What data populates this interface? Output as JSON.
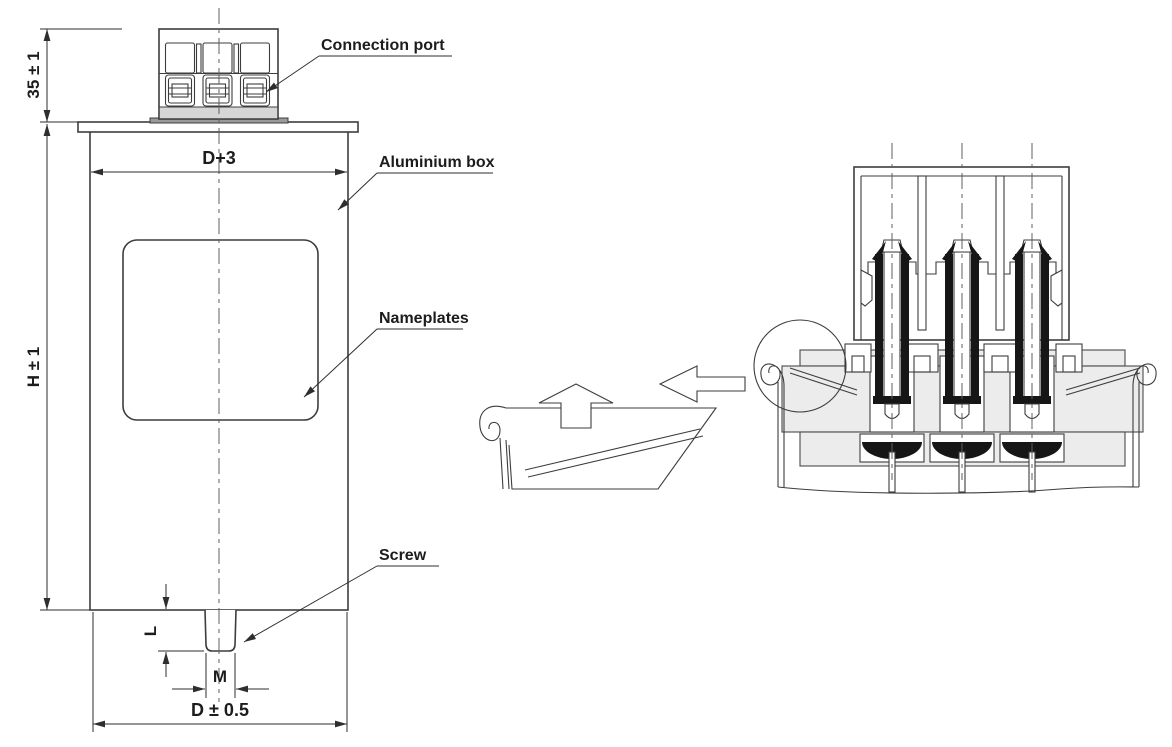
{
  "drawing": {
    "colors": {
      "line": "#3d3d3d",
      "dimension_line": "#2e2e2e",
      "text": "#1c1c1c",
      "section_fill": "#ececec",
      "solid_fill": "#161616",
      "terminal_strip": "#d6d6d6",
      "base_plate": "#9a9a9a",
      "background": "#ffffff"
    },
    "front_view": {
      "dims": {
        "terminal_height": "35 ± 1",
        "body_height": "H ± 1",
        "top_width": "D+3",
        "screw_length": "L",
        "screw_thread": "M",
        "bottom_width": "D ± 0.5"
      },
      "labels": {
        "connection_port": "Connection port",
        "aluminium_box": "Aluminium box",
        "nameplates": "Nameplates",
        "screw": "Screw"
      }
    }
  }
}
